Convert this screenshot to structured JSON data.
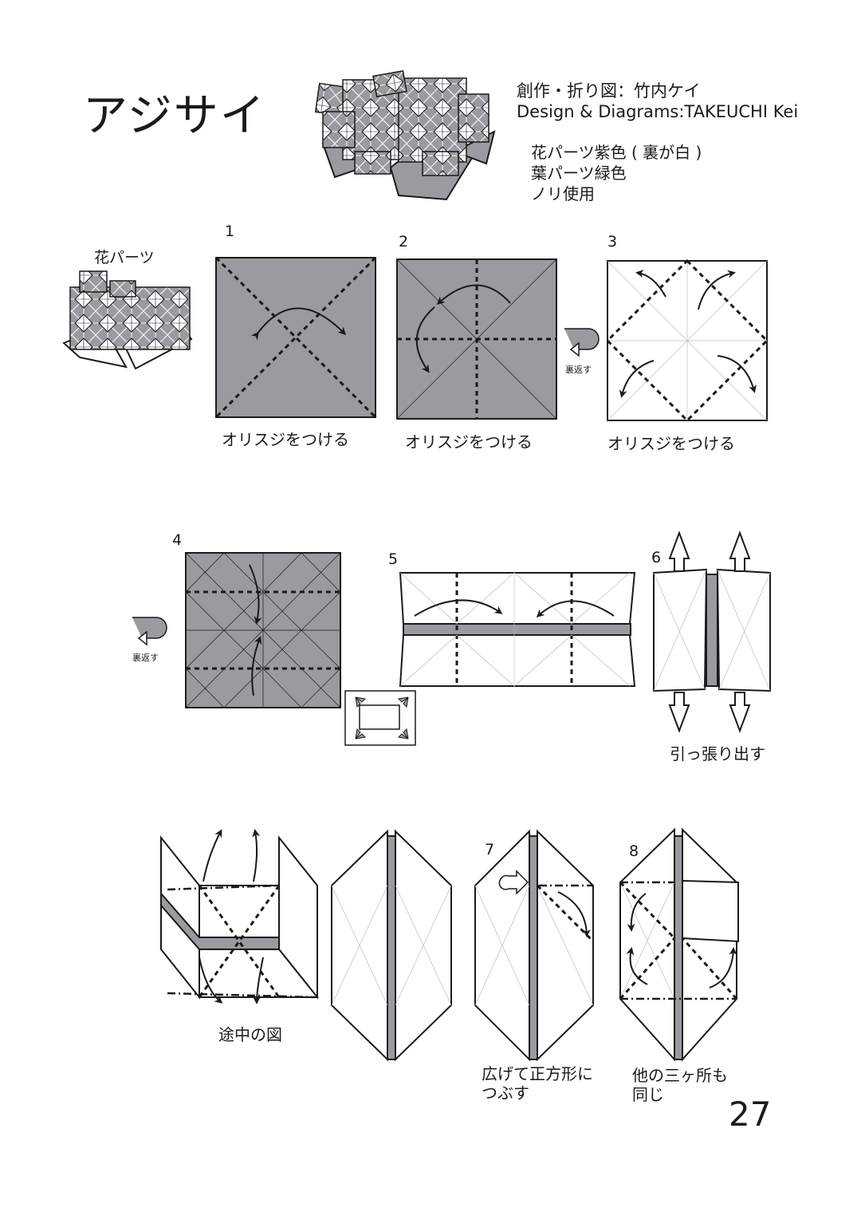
{
  "header": {
    "title": "アジサイ",
    "credit_jp": "創作・折り図：竹内ケイ",
    "credit_en": "Design & Diagrams:TAKEUCHI Kei",
    "info": [
      "花パーツ紫色 ( 裏が白 )",
      "葉パーツ緑色",
      "ノリ使用"
    ]
  },
  "part_label": "花パーツ",
  "steps": {
    "s1": {
      "num": "1",
      "caption": "オリスジをつける"
    },
    "s2": {
      "num": "2",
      "caption": "オリスジをつける"
    },
    "s3": {
      "num": "3",
      "caption": "オリスジをつける"
    },
    "s4": {
      "num": "4"
    },
    "s5": {
      "num": "5"
    },
    "s6": {
      "num": "6",
      "caption": "引っ張り出す"
    },
    "mid": {
      "caption": "途中の図"
    },
    "s7": {
      "num": "7",
      "caption_l1": "広げて正方形に",
      "caption_l2": "つぶす"
    },
    "s8": {
      "num": "8",
      "caption_l1": "他の三ヶ所も",
      "caption_l2": "同じ"
    }
  },
  "symbols": {
    "turn_over": "裏返す",
    "enlarge": "拡大"
  },
  "page_number": "27",
  "colors": {
    "paper": "#9a9aa0",
    "ink": "#1a1a1a",
    "background": "#ffffff"
  }
}
